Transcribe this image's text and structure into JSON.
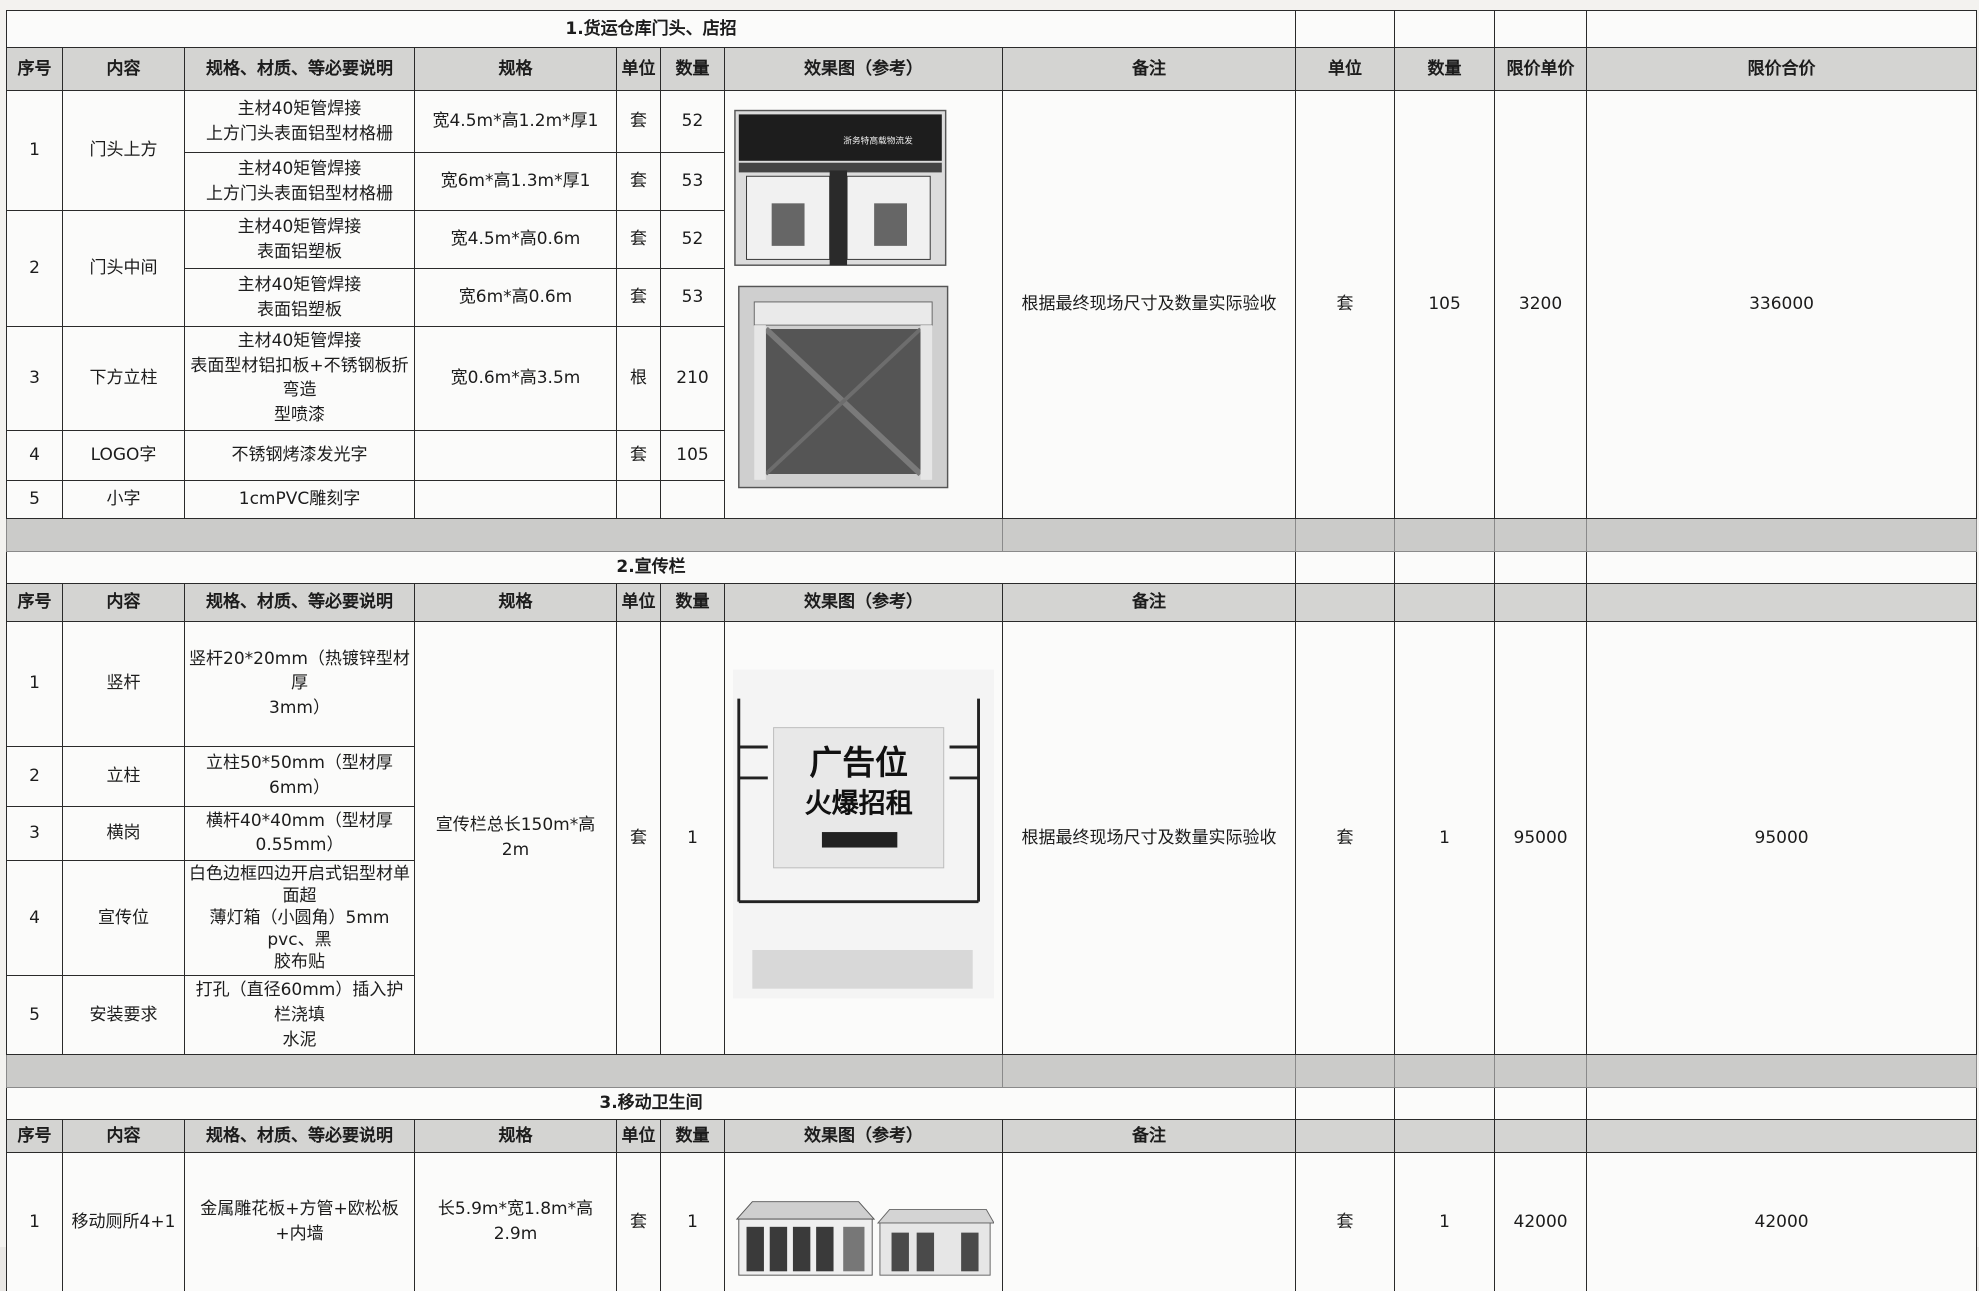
{
  "headers": {
    "no": "序号",
    "content": "内容",
    "desc": "规格、材质、等必要说明",
    "spec": "规格",
    "unit": "单位",
    "qty": "数量",
    "image": "效果图（参考）",
    "remark": "备注",
    "unit2": "单位",
    "qty2": "数量",
    "price": "限价单价",
    "total": "限价合价"
  },
  "section1": {
    "title": "1.货运仓库门头、店招",
    "rows": [
      {
        "no": "1",
        "content": "门头上方",
        "desc": [
          "主材40矩管焊接",
          "上方门头表面铝型材格栅"
        ],
        "spec": "宽4.5m*高1.2m*厚1",
        "unit": "套",
        "qty": "52"
      },
      {
        "no": "",
        "content": "",
        "desc": [
          "主材40矩管焊接",
          "上方门头表面铝型材格栅"
        ],
        "spec": "宽6m*高1.3m*厚1",
        "unit": "套",
        "qty": "53"
      },
      {
        "no": "2",
        "content": "门头中间",
        "desc": [
          "主材40矩管焊接",
          "表面铝塑板"
        ],
        "spec": "宽4.5m*高0.6m",
        "unit": "套",
        "qty": "52"
      },
      {
        "no": "",
        "content": "",
        "desc": [
          "主材40矩管焊接",
          "表面铝塑板"
        ],
        "spec": "宽6m*高0.6m",
        "unit": "套",
        "qty": "53"
      },
      {
        "no": "3",
        "content": "下方立柱",
        "desc": [
          "主材40矩管焊接",
          "表面型材铝扣板+不锈钢板折弯造",
          "型喷漆"
        ],
        "spec": "宽0.6m*高3.5m",
        "unit": "根",
        "qty": "210"
      },
      {
        "no": "4",
        "content": "LOGO字",
        "desc": [
          "不锈钢烤漆发光字"
        ],
        "spec": "",
        "unit": "套",
        "qty": "105"
      },
      {
        "no": "5",
        "content": "小字",
        "desc": [
          "1cmPVC雕刻字"
        ],
        "spec": "",
        "unit": "",
        "qty": ""
      }
    ],
    "image_text": "浙务特高载物流发",
    "remark": "根据最终现场尺寸及数量实际验收",
    "unit2": "套",
    "qty2": "105",
    "price": "3200",
    "total": "336000"
  },
  "section2": {
    "title": "2.宣传栏",
    "rows": [
      {
        "no": "1",
        "content": "竖杆",
        "desc": [
          "竖杆20*20mm（热镀锌型材厚",
          "3mm）"
        ]
      },
      {
        "no": "2",
        "content": "立柱",
        "desc": [
          "立柱50*50mm（型材厚6mm）"
        ]
      },
      {
        "no": "3",
        "content": "横岗",
        "desc": [
          "横杆40*40mm（型材厚",
          "0.55mm）"
        ]
      },
      {
        "no": "4",
        "content": "宣传位",
        "desc": [
          "白色边框四边开启式铝型材单面超",
          "薄灯箱（小圆角）5mm pvc、黑",
          "胶布贴"
        ]
      },
      {
        "no": "5",
        "content": "安装要求",
        "desc": [
          "打孔（直径60mm）插入护栏浇填",
          "水泥"
        ]
      }
    ],
    "spec": [
      "宣传栏总长150m*高",
      "2m"
    ],
    "unit": "套",
    "qty": "1",
    "image_text": [
      "广告位",
      "火爆招租"
    ],
    "remark": "根据最终现场尺寸及数量实际验收",
    "unit2": "套",
    "qty2": "1",
    "price": "95000",
    "total": "95000"
  },
  "section3": {
    "title": "3.移动卫生间",
    "rows": [
      {
        "no": "1",
        "content": "移动厕所4+1",
        "desc": [
          "金属雕花板+方管+欧松板+内墙"
        ],
        "spec": [
          "长5.9m*宽1.8m*高",
          "2.9m"
        ],
        "unit": "套",
        "qty": "1"
      }
    ],
    "unit2": "套",
    "qty2": "1",
    "price": "42000",
    "total": "42000"
  },
  "icons": {
    "s1_image": "storefront-photo",
    "s2_image": "billboard-photo",
    "s3_image": "portable-toilet-photo"
  }
}
